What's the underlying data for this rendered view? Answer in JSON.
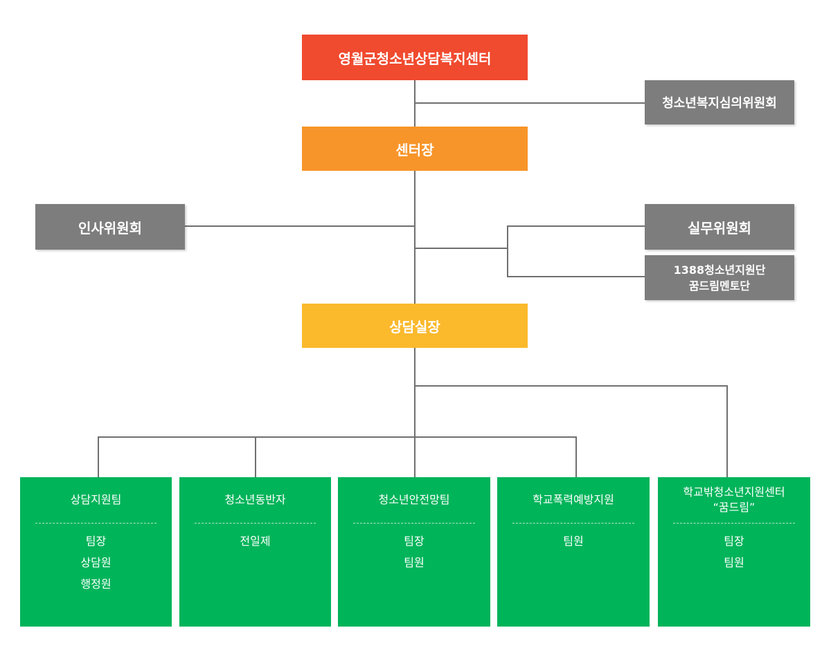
{
  "colors": {
    "center": "#f04a2f",
    "director": "#f7952a",
    "counsel_chief": "#fbb92c",
    "committee": "#7d7d7d",
    "team": "#00b45a",
    "line": "#6f6f6f"
  },
  "center": {
    "label": "영월군청소년상담복지센터"
  },
  "welfare_committee": {
    "label": "청소년복지심의위원회"
  },
  "director": {
    "label": "센터장"
  },
  "personnel_committee": {
    "label": "인사위원회"
  },
  "working_committee": {
    "label": "실무위원회"
  },
  "support_group": {
    "line1": "1388청소년지원단",
    "line2": "꿈드림멘토단"
  },
  "counsel_chief": {
    "label": "상담실장"
  },
  "teams": [
    {
      "name": "상담지원팀",
      "roles": [
        "팀장",
        "상담원",
        "행정원"
      ]
    },
    {
      "name": "청소년동반자",
      "roles": [
        "전일제"
      ]
    },
    {
      "name": "청소년안전망팀",
      "roles": [
        "팀장",
        "팀원"
      ]
    },
    {
      "name": "학교폭력예방지원",
      "roles": [
        "팀원"
      ]
    },
    {
      "name": "학교밖청소년지원센터\n“꿈드림”",
      "roles": [
        "팀장",
        "팀원"
      ]
    }
  ]
}
